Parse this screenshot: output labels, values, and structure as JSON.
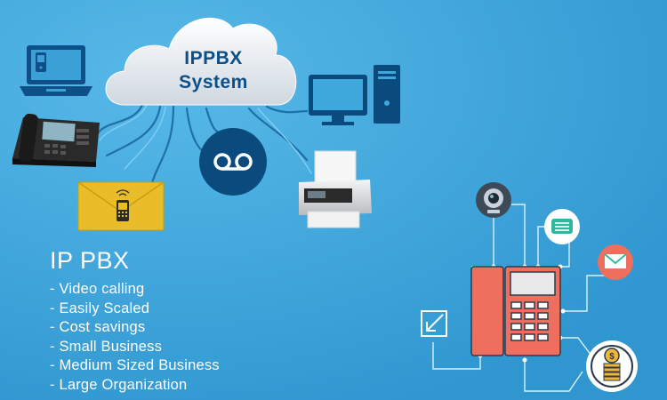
{
  "cloud": {
    "line1": "IPPBX",
    "line2": "System"
  },
  "heading": "IP PBX",
  "features": [
    "- Video calling",
    "- Easily Scaled",
    "- Cost savings",
    "- Small Business",
    "- Medium Sized Business",
    "- Large Organization"
  ],
  "colors": {
    "background": "#3ea7dc",
    "cloud_text": "#0d4f86",
    "device_blue": "#0b4a7d",
    "phone_red": "#ef6f5e",
    "envelope_yellow": "#e9bd2a"
  },
  "icons": [
    "laptop-icon",
    "desk-phone-icon",
    "sms-envelope-icon",
    "voicemail-icon",
    "desktop-computer-icon",
    "fax-machine-icon",
    "webcam-icon",
    "chat-icon",
    "email-icon",
    "money-icon",
    "resize-icon",
    "office-phone-icon"
  ]
}
